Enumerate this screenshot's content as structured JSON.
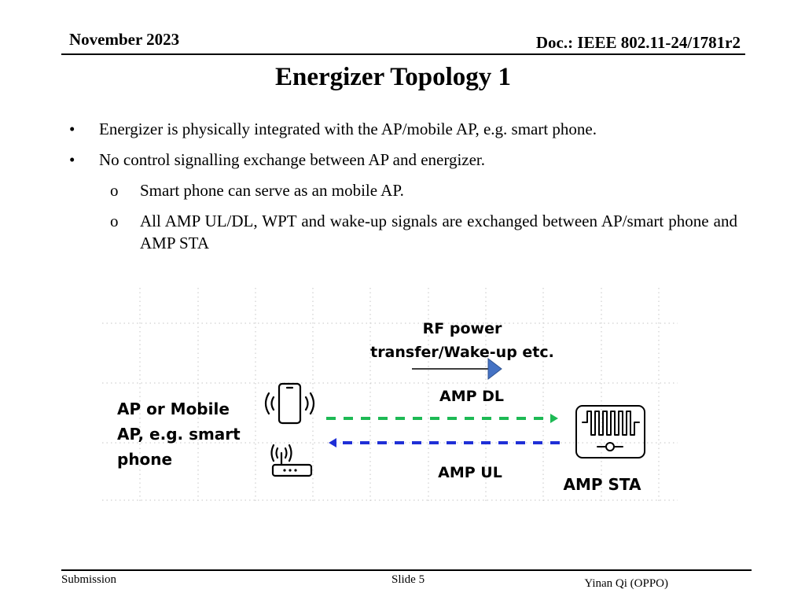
{
  "header": {
    "date": "November 2023",
    "doc_id": "Doc.: IEEE 802.11-24/1781r2"
  },
  "title": "Energizer Topology 1",
  "bullets": [
    {
      "marker": "•",
      "text": "Energizer is physically integrated with the AP/mobile AP, e.g. smart phone."
    },
    {
      "marker": "•",
      "text": "No control signalling exchange between AP and energizer.",
      "sub": [
        {
          "marker": "o",
          "text": "Smart phone can serve as an mobile AP."
        },
        {
          "marker": "o",
          "text": "All AMP UL/DL, WPT and wake-up signals are exchanged between AP/smart phone and AMP STA"
        }
      ]
    }
  ],
  "diagram": {
    "ap_label_lines": [
      "AP or Mobile",
      "AP, e.g. smart",
      "phone"
    ],
    "rf_label_lines": [
      "RF power",
      "transfer/Wake-up etc."
    ],
    "dl_label": "AMP DL",
    "ul_label": "AMP UL",
    "sta_label": "AMP STA",
    "colors": {
      "dl_arrow": "#1db954",
      "ul_arrow": "#1f2fd6",
      "rf_arrowhead": "#4472c4",
      "grid": "#bfbfbf"
    },
    "icons": [
      "smartphone-icon",
      "wifi-router-icon",
      "amp-sta-device-icon"
    ]
  },
  "footer": {
    "left": "Submission",
    "center": "Slide 5",
    "right": "Yinan Qi (OPPO)"
  }
}
